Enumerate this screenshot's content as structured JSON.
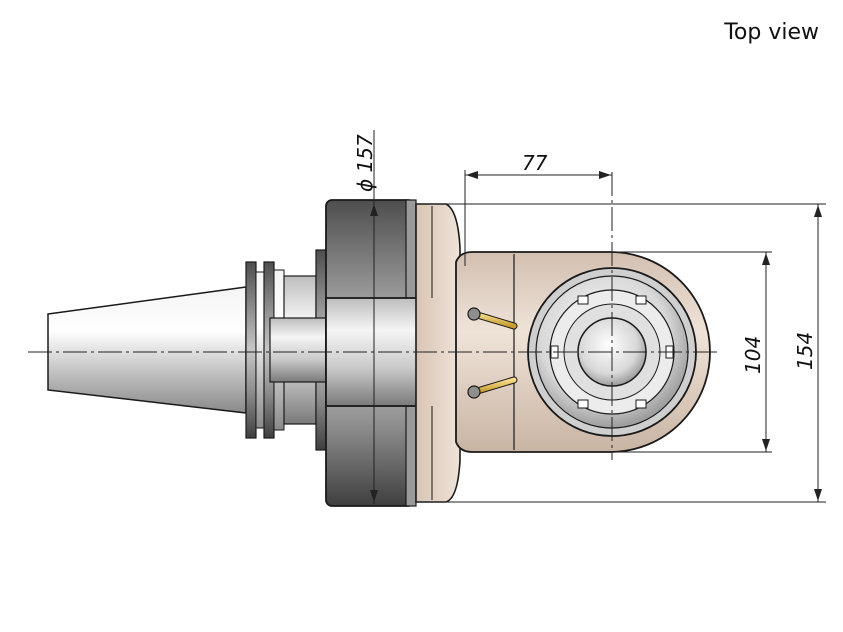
{
  "view_title": "Top view",
  "dimensions": {
    "diameter_flange": "ϕ 157",
    "offset": "77",
    "inner_height": "104",
    "outer_height": "154"
  },
  "colors": {
    "outline": "#1a1a1a",
    "dark_steel": "#6d6d6d",
    "light_steel": "#d6d6d6",
    "body_bronze": "#e3d2c4",
    "brass_pin": "#e2b84a"
  }
}
